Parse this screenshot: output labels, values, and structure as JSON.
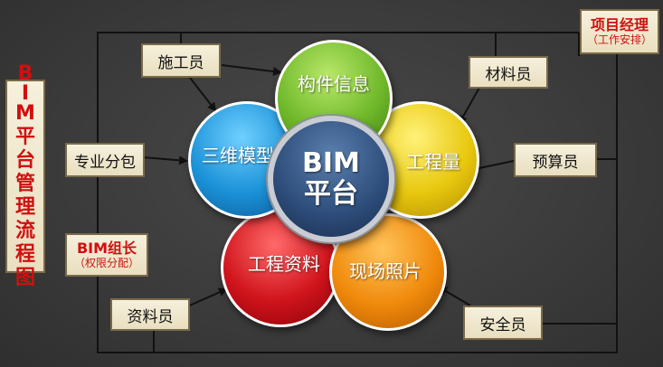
{
  "side_title": [
    "B",
    "I",
    "M",
    "平",
    "台",
    "管",
    "理",
    "流",
    "程",
    "图"
  ],
  "center": {
    "line1": "BIM",
    "line2": "平台"
  },
  "petals": {
    "components": "构件信息",
    "quantity": "工程量",
    "photos": "现场照片",
    "documents": "工程资料",
    "model3d": "三维模型"
  },
  "roles": {
    "constructor": "施工员",
    "subcontractor": "专业分包",
    "bim_leader": "BIM组长",
    "bim_leader_note": "（权限分配）",
    "documenter": "资料员",
    "pm": "项目经理",
    "pm_note": "（工作安排）",
    "material": "材料员",
    "budget": "预算员",
    "safety": "安全员"
  },
  "colors": {
    "line": "#111111",
    "title_red": "#d01010",
    "box_fill": "#f1e9cf"
  }
}
